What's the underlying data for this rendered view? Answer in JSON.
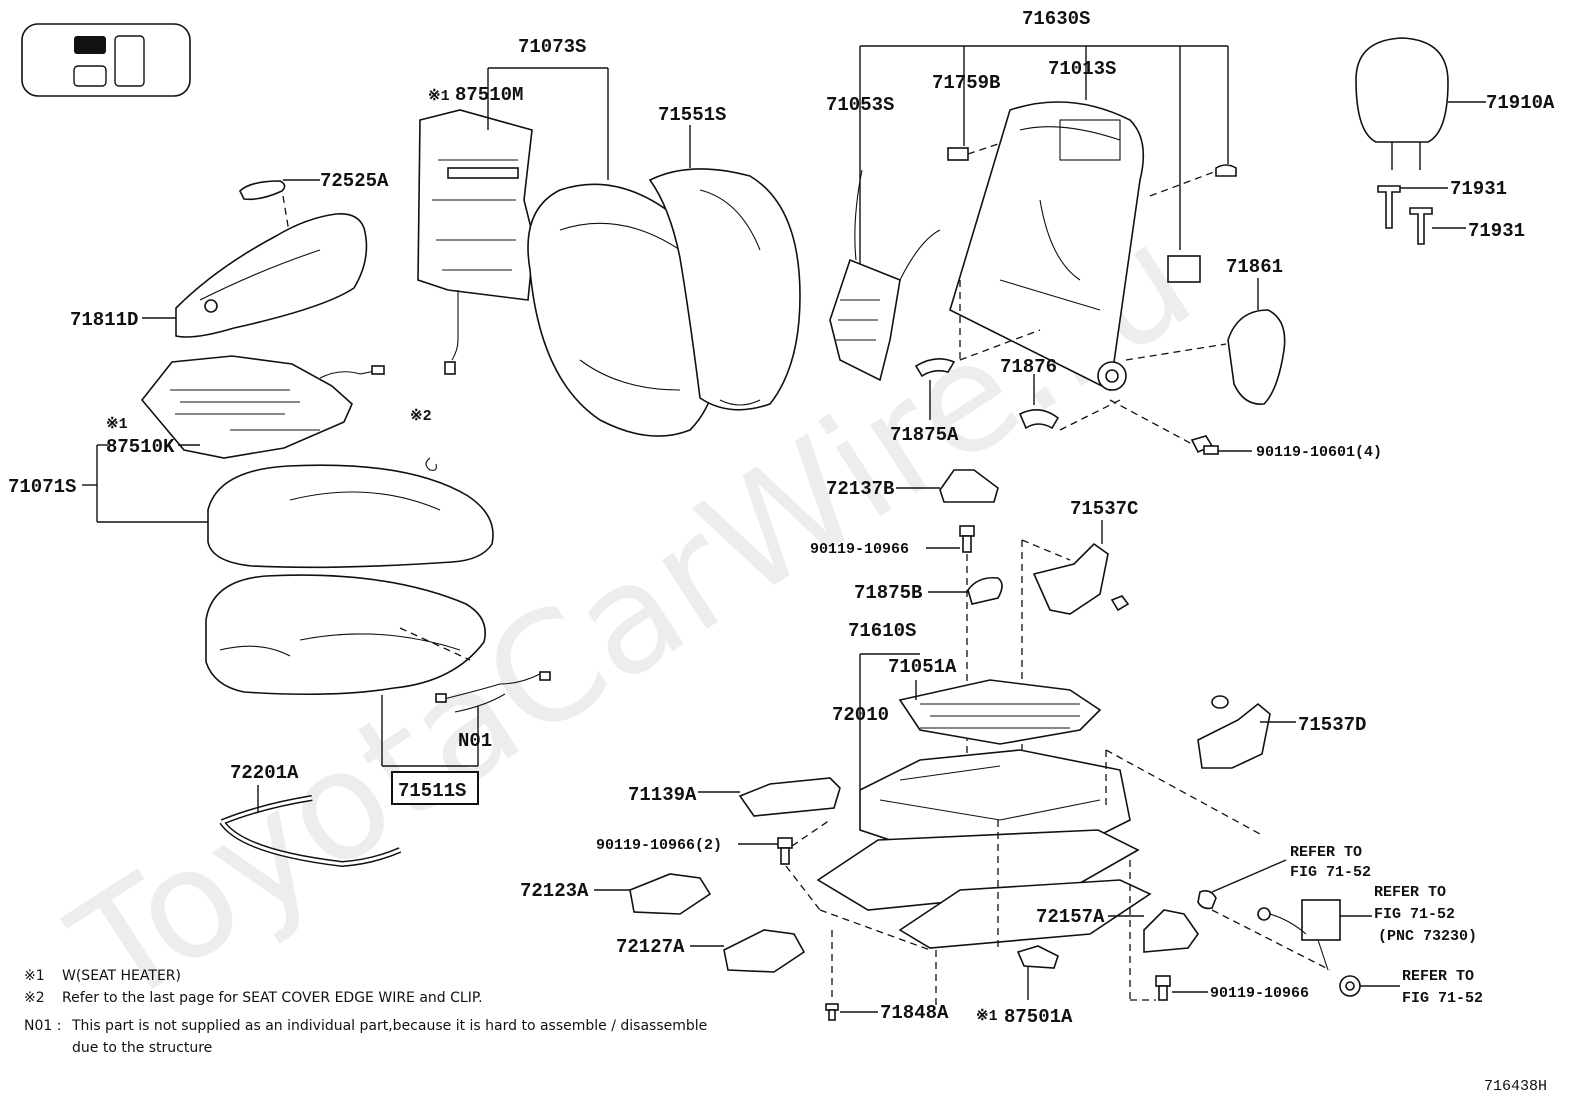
{
  "watermark": "ToyotaCarWire.ru",
  "diagram_id": "716438H",
  "locator_icon": "seat-position-icon",
  "labels": {
    "p71073S": "71073S",
    "p87510M": "87510M",
    "p87510M_mark": "※1",
    "p71551S": "71551S",
    "p72525A": "72525A",
    "p71811D": "71811D",
    "p87510K": "87510K",
    "p87510K_mark": "※1",
    "p71071S": "71071S",
    "mark2": "※2",
    "pN01": "N01",
    "p71511S": "71511S",
    "p72201A": "72201A",
    "p71630S": "71630S",
    "p71759B": "71759B",
    "p71013S": "71013S",
    "p71053S": "71053S",
    "p71910A": "71910A",
    "p71931a": "71931",
    "p71931b": "71931",
    "p71861": "71861",
    "p71876": "71876",
    "p71875A": "71875A",
    "p90119_10601": "90119-10601(4)",
    "p72137B": "72137B",
    "p90119_10966a": "90119-10966",
    "p71537C": "71537C",
    "p71875B": "71875B",
    "p71610S": "71610S",
    "p71051A": "71051A",
    "p72010": "72010",
    "p71537D": "71537D",
    "p71139A": "71139A",
    "p90119_10966_2": "90119-10966(2)",
    "p72123A": "72123A",
    "p72127A": "72127A",
    "p72157A": "72157A",
    "p90119_10966b": "90119-10966",
    "p71848A": "71848A",
    "p87501A": "87501A",
    "p87501A_mark": "※1"
  },
  "refer": {
    "r1_line1": "REFER TO",
    "r1_line2": "FIG 71-52",
    "r2_line1": "REFER TO",
    "r2_line2": "FIG 71-52",
    "r2_line3": "(PNC 73230)",
    "r3_line1": "REFER TO",
    "r3_line2": "FIG 71-52"
  },
  "notes": {
    "n1_mark": "※1",
    "n1_text": "W(SEAT  HEATER)",
    "n2_mark": "※2",
    "n2_text": "Refer to the last page for SEAT COVER EDGE WIRE and CLIP.",
    "n3_mark": "N01 :",
    "n3_text1": "This part is not supplied as an individual part,because it is hard to assemble / disassemble",
    "n3_text2": "due to the structure"
  }
}
